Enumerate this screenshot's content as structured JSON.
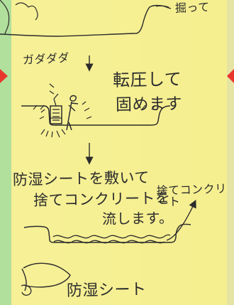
{
  "texts": {
    "top_right": "掘って",
    "sound_effect": "ガダダダ",
    "compact_line1": "転圧して",
    "compact_line2": "固めます",
    "moisture_line1": "防湿シートを敷いて",
    "moisture_line2": "捨てコンクリートを",
    "moisture_line3": "流します。",
    "callout": "捨てコンクリート",
    "bottom_label": "防湿シート"
  },
  "colors": {
    "paper": "#f6ef8f",
    "ink": "#2c2c2c",
    "red_arrow": "#e9362d",
    "green_edge": "#66c78a"
  }
}
